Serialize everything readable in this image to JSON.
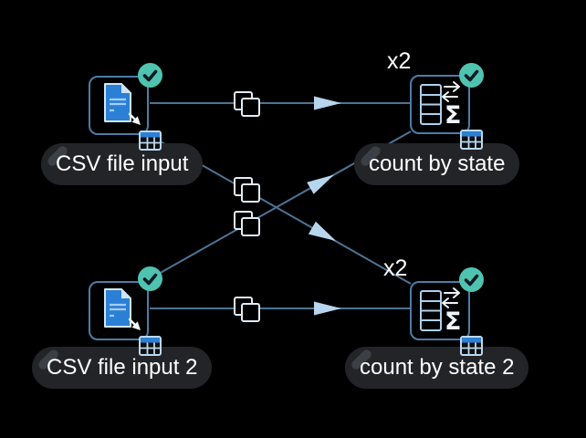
{
  "canvas": {
    "description": "workflow node editor canvas"
  },
  "nodes": [
    {
      "id": "csv-1",
      "label": "CSV file input",
      "type": "csv-file-input",
      "status": "success",
      "status_icon": "checkmark"
    },
    {
      "id": "csv-2",
      "label": "CSV file input 2",
      "type": "csv-file-input",
      "status": "success",
      "status_icon": "checkmark"
    },
    {
      "id": "count-1",
      "label": "count by state",
      "type": "count-aggregate",
      "badge": "x2",
      "status": "success",
      "status_icon": "checkmark"
    },
    {
      "id": "count-2",
      "label": "count by state 2",
      "type": "count-aggregate",
      "badge": "x2",
      "status": "success",
      "status_icon": "checkmark"
    }
  ],
  "edges": [
    {
      "from": "CSV file input",
      "to": "count by state",
      "icon": "copy-icon"
    },
    {
      "from": "CSV file input",
      "to": "count by state 2",
      "icon": "copy-icon"
    },
    {
      "from": "CSV file input 2",
      "to": "count by state",
      "icon": "copy-icon"
    },
    {
      "from": "CSV file input 2",
      "to": "count by state 2",
      "icon": "copy-icon"
    }
  ],
  "icons": {
    "sigma": "Σ"
  },
  "colors": {
    "background": "#000000",
    "node_border": "#4e7ca6",
    "edge_line": "#4e7495",
    "arrowhead": "#b7d6ee",
    "status_success": "#4fc3b0",
    "document_blue": "#2b80d6",
    "port_header_blue": "#2b80d6",
    "label_pill": "#232427",
    "label_text": "#ffffff"
  }
}
